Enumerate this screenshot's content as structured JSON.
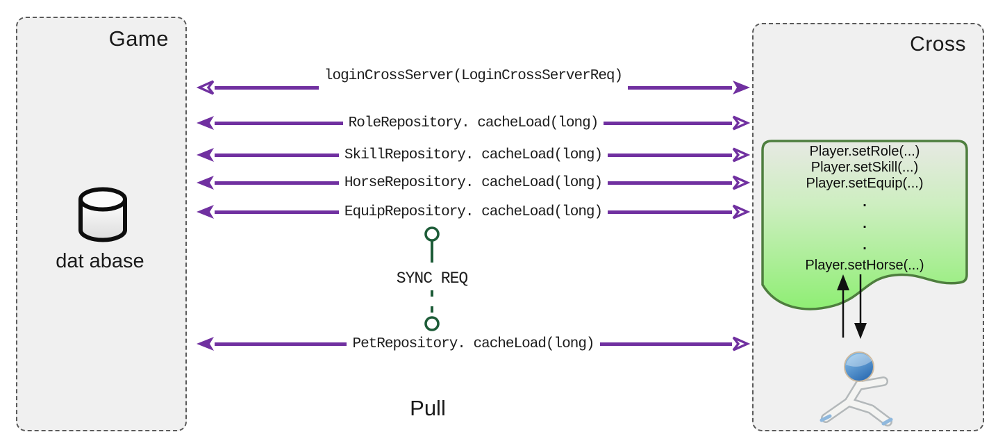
{
  "diagram": {
    "left_box": {
      "title": "Game",
      "database_label": "dat abase"
    },
    "right_box": {
      "title": "Cross"
    },
    "messages": [
      {
        "label": "loginCrossServer(LoginCrossServerReq)",
        "left_head": "hollow",
        "right_head": "solid"
      },
      {
        "label": "RoleRepository. cacheLoad(long)",
        "left_head": "solid",
        "right_head": "hollow"
      },
      {
        "label": "SkillRepository. cacheLoad(long)",
        "left_head": "solid",
        "right_head": "hollow"
      },
      {
        "label": "HorseRepository. cacheLoad(long)",
        "left_head": "solid",
        "right_head": "hollow"
      },
      {
        "label": "EquipRepository. cacheLoad(long)",
        "left_head": "solid",
        "right_head": "hollow"
      },
      {
        "label": "PetRepository. cacheLoad(long)",
        "left_head": "solid",
        "right_head": "hollow"
      }
    ],
    "sync_connector_label": "SYNC REQ",
    "pull_label": "Pull",
    "note_lines": [
      "Player.setRole(...)",
      "Player.setSkill(...)",
      "Player.setEquip(...)",
      ".",
      ".",
      ".",
      "Player.setHorse(...)"
    ],
    "colors": {
      "arrow_purple": "#7030a0",
      "note_border_green": "#4e7e3e",
      "note_fill_bottom_green": "#8fee74",
      "sync_green": "#1d5c38",
      "box_fill": "#f0f0f0"
    }
  }
}
